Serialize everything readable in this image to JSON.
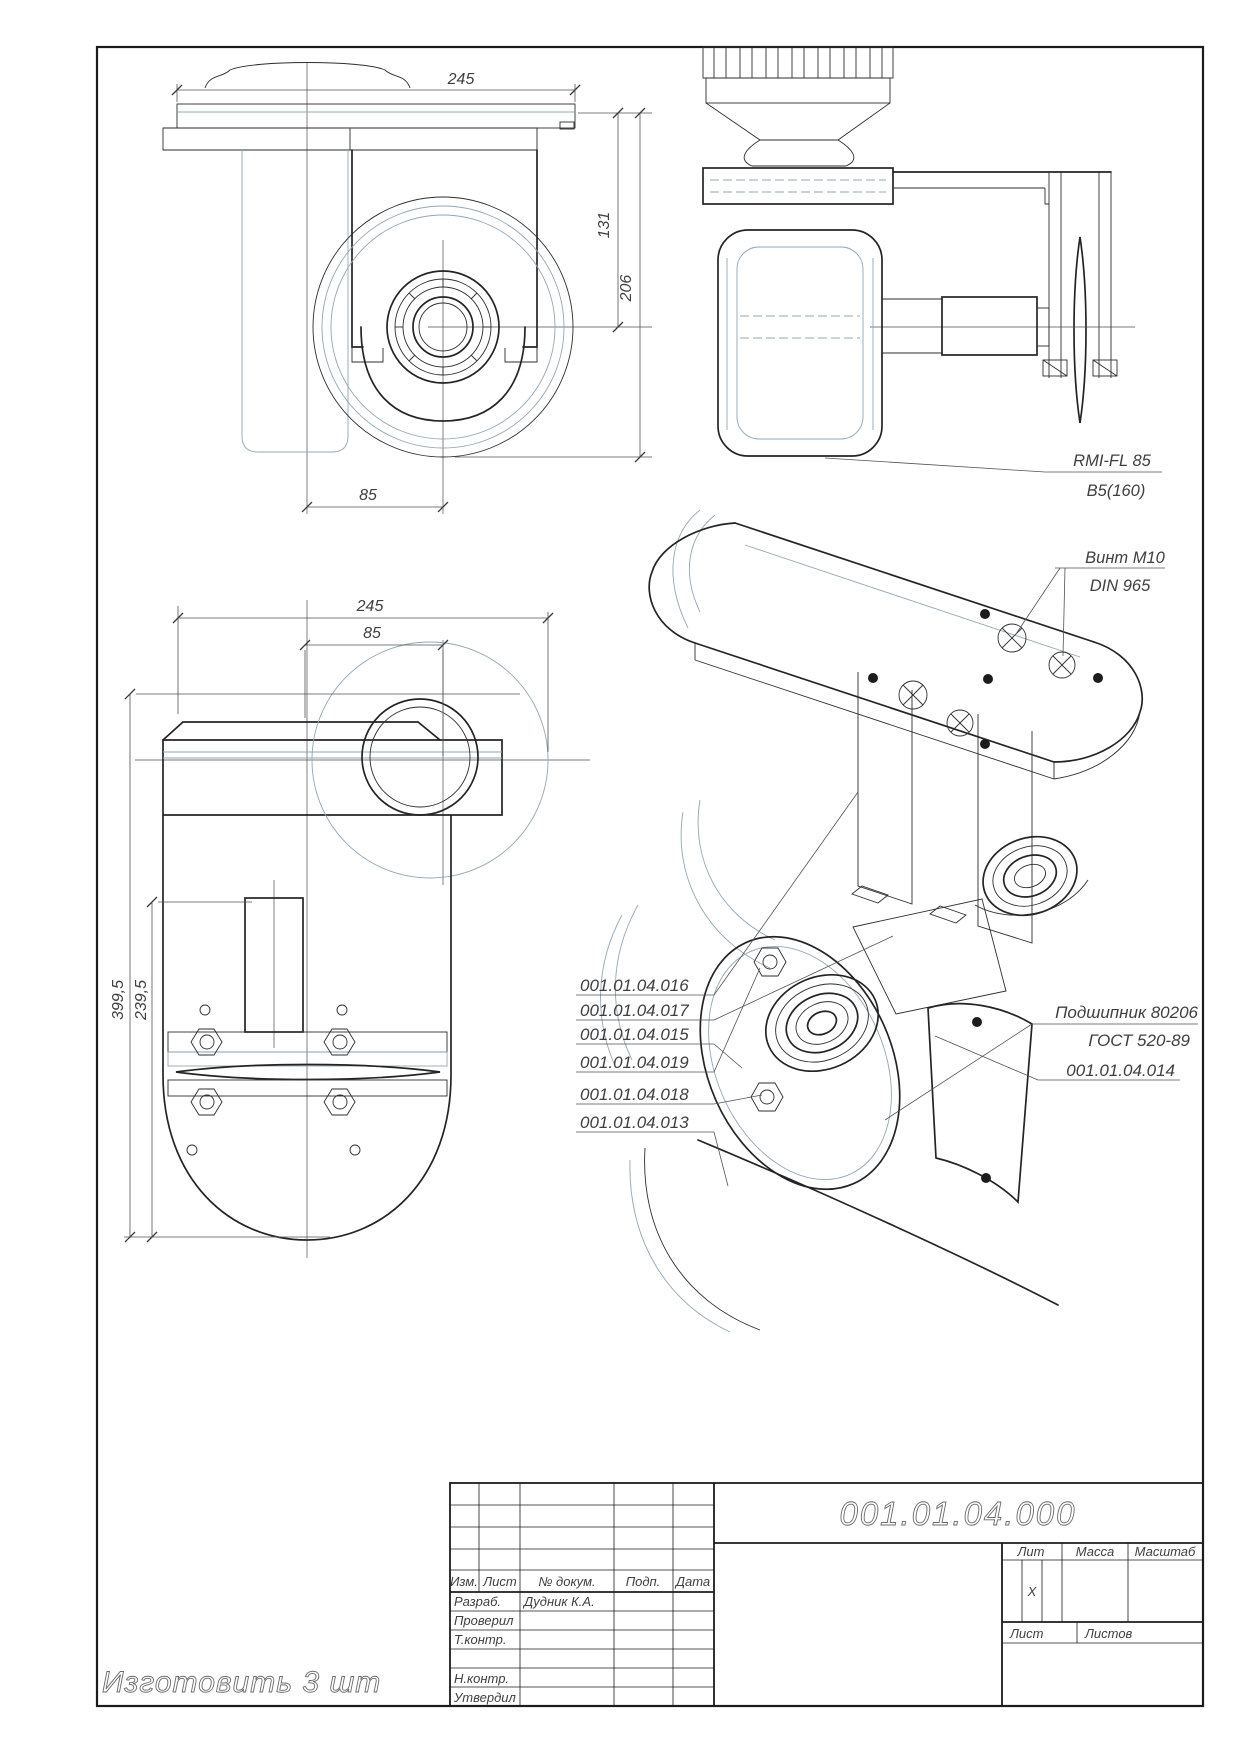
{
  "note": {
    "text": "Изготовить 3 шт"
  },
  "views": {
    "front_view": {
      "dim_width": "245",
      "dim_height_to_axle": "131",
      "dim_height_total": "206",
      "dim_offset": "85"
    },
    "side_view": {
      "wheel_label_line1": "RMI-FL 85",
      "wheel_label_line2": "B5(160)"
    },
    "bottom_view": {
      "dim_width": "245",
      "dim_offset": "85",
      "dim_length_total": "399,5",
      "dim_length_partial": "239,5"
    },
    "iso_top_view": {
      "screw_label_line1": "Винт M10",
      "screw_label_line2": "DIN 965"
    },
    "iso_fork_view": {
      "part_numbers": [
        "001.01.04.016",
        "001.01.04.017",
        "001.01.04.015",
        "001.01.04.019",
        "001.01.04.018",
        "001.01.04.013"
      ],
      "bearing_label_line1": "Подшипник 80206",
      "bearing_label_line2": "ГОСТ 520-89",
      "bearing_label_line3": "001.01.04.014"
    }
  },
  "title_block": {
    "designation": "001.01.04.000",
    "columns": {
      "izm": "Изм.",
      "list": "Лист",
      "n_dokum": "№ докум.",
      "podp": "Подп.",
      "data": "Дата"
    },
    "rows": {
      "razrab_label": "Разраб.",
      "razrab_value": "Дудник К.А.",
      "proveril_label": "Проверил",
      "tkontr_label": "Т.контр.",
      "nkontr_label": "Н.контр.",
      "utverdil_label": "Утвердил"
    },
    "lit_label": "Лит",
    "lit_value": "X",
    "massa_label": "Масса",
    "masshtab_label": "Масштаб",
    "list_label": "Лист",
    "listov_label": "Листов"
  }
}
